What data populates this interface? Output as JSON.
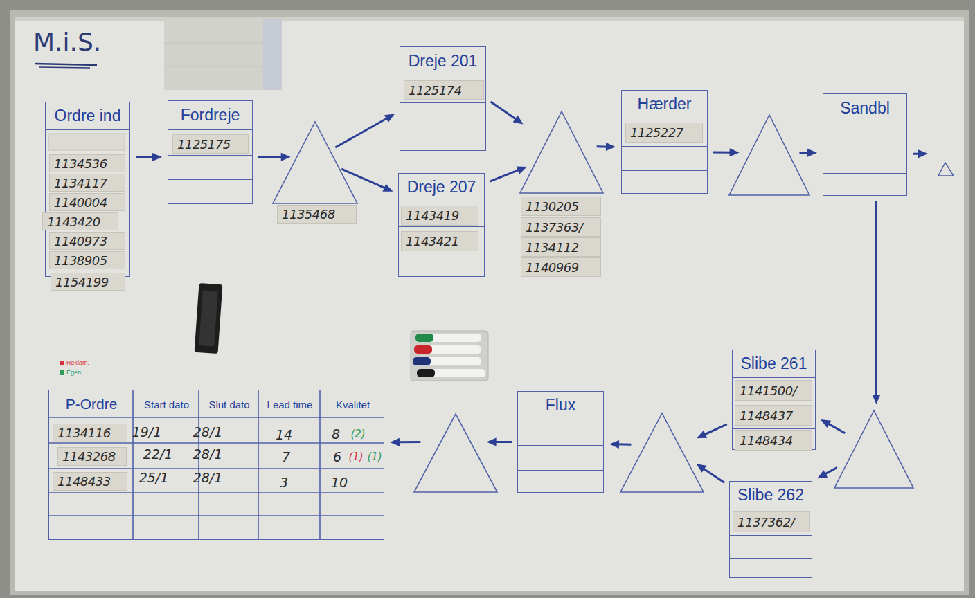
{
  "diagram": {
    "title": "M.i.S.",
    "nodes": [
      {
        "text": [
          "Ordre ind"
        ]
      },
      {
        "text": [
          "1134536"
        ],
        "in": 0
      },
      {
        "text": [
          "1134117"
        ],
        "in": 0
      },
      {
        "text": [
          "1140004"
        ],
        "in": 0
      },
      {
        "text": [
          "1143420"
        ],
        "in": 0
      },
      {
        "text": [
          "1140973"
        ],
        "in": 0
      },
      {
        "text": [
          "1138905"
        ],
        "in": 0
      },
      {
        "text": [
          "1154199"
        ],
        "in": 0
      },
      {
        "text": [
          "Fordreje"
        ]
      },
      {
        "text": [
          "1125175"
        ],
        "in": 8
      },
      {
        "text": []
      },
      {
        "text": [
          "1135468"
        ],
        "in": 10
      },
      {
        "text": [
          "Dreje 201"
        ]
      },
      {
        "text": [
          "1125174"
        ],
        "in": 12
      },
      {
        "text": [
          "Dreje 207"
        ]
      },
      {
        "text": [
          "1143419"
        ],
        "in": 14
      },
      {
        "text": [
          "1143421"
        ],
        "in": 14
      },
      {
        "text": []
      },
      {
        "text": [
          "1130205"
        ],
        "in": 17
      },
      {
        "text": [
          "1137363/"
        ],
        "in": 17
      },
      {
        "text": [
          "1134112"
        ],
        "in": 17
      },
      {
        "text": [
          "1140969"
        ],
        "in": 17
      },
      {
        "text": [
          "Hærder"
        ]
      },
      {
        "text": [
          "1125227"
        ],
        "in": 22
      },
      {
        "text": []
      },
      {
        "text": [
          "Sandbl"
        ]
      },
      {
        "text": []
      },
      {
        "text": []
      },
      {
        "text": [
          "Slibe 261"
        ]
      },
      {
        "text": [
          "1141500/"
        ],
        "in": 28
      },
      {
        "text": [
          "1148437"
        ],
        "in": 28
      },
      {
        "text": [
          "1148434"
        ],
        "in": 28
      },
      {
        "text": [
          "Slibe 262"
        ]
      },
      {
        "text": [
          "1137362/"
        ],
        "in": 32
      },
      {
        "text": []
      },
      {
        "text": [
          "Flux"
        ]
      },
      {
        "text": []
      },
      {
        "text": [
          "P-Ordre",
          "Start dato",
          "Slut dato",
          "Lead time",
          "Kvalitet"
        ]
      },
      {
        "text": [
          "1134116"
        ],
        "in": 37
      },
      {
        "text": [
          "1143268"
        ],
        "in": 37
      },
      {
        "text": [
          "1148433"
        ],
        "in": 37
      }
    ],
    "edges": [
      {
        "from": 0,
        "to": 8,
        "arrow": "to"
      },
      {
        "from": 8,
        "to": 10,
        "arrow": "to"
      },
      {
        "from": 10,
        "to": 12,
        "arrow": "to"
      },
      {
        "from": 10,
        "to": 14,
        "arrow": "to"
      },
      {
        "from": 12,
        "to": 17,
        "arrow": "to"
      },
      {
        "from": 14,
        "to": 17,
        "arrow": "to"
      },
      {
        "from": 17,
        "to": 22,
        "arrow": "to"
      },
      {
        "from": 22,
        "to": 24,
        "arrow": "to"
      },
      {
        "from": 24,
        "to": 25,
        "arrow": "to"
      },
      {
        "from": 25,
        "to": 26,
        "arrow": "to"
      },
      {
        "from": 25,
        "to": 27,
        "arrow": "to"
      },
      {
        "from": 27,
        "to": 28,
        "arrow": "to"
      },
      {
        "from": 27,
        "to": 32,
        "arrow": "to"
      },
      {
        "from": 28,
        "to": 34,
        "arrow": "to"
      },
      {
        "from": 32,
        "to": 34,
        "arrow": "to"
      },
      {
        "from": 34,
        "to": 35,
        "arrow": "to"
      },
      {
        "from": 35,
        "to": 36,
        "arrow": "to"
      },
      {
        "from": 36,
        "to": 37,
        "arrow": "to"
      }
    ],
    "labels": [
      "19/1",
      "28/1",
      "14",
      "8",
      "(2)",
      "22/1",
      "28/1",
      "7",
      "6",
      "(1)",
      "(1)",
      "25/1",
      "28/1",
      "3",
      "10"
    ],
    "legend": [
      {
        "text": "Reklam.",
        "color": "#d9303a"
      },
      {
        "text": "Egen",
        "color": "#2f9a5a"
      }
    ]
  }
}
